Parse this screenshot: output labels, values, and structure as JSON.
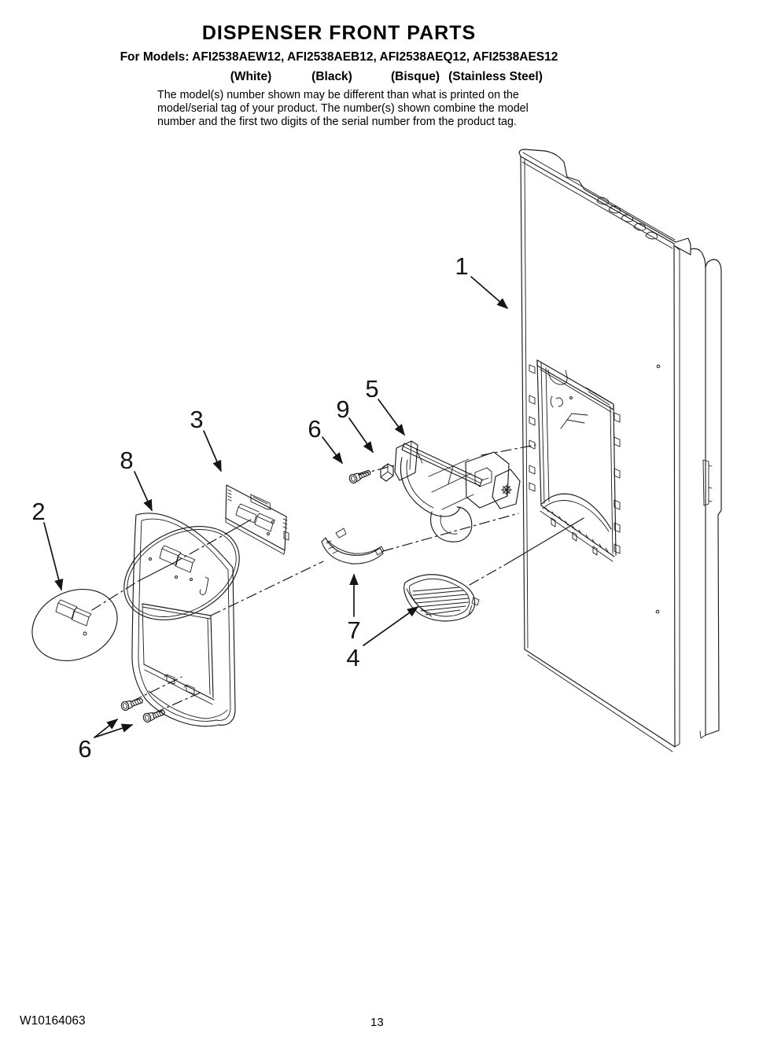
{
  "header": {
    "title": "DISPENSER FRONT PARTS",
    "models_line": "For Models: AFI2538AEW12, AFI2538AEB12, AFI2538AEQ12, AFI2538AES12",
    "finishes": [
      "(White)",
      "(Black)",
      "(Bisque)",
      "(Stainless Steel)"
    ],
    "disclaimer_lines": [
      "The model(s) number shown may be different than what is printed on the",
      "model/serial tag of your product. The number(s) shown combine the model",
      "number and the first two digits of the serial number from the product tag."
    ]
  },
  "diagram": {
    "description": "Exploded parts view of refrigerator dispenser front",
    "callouts": [
      {
        "id": "callout-1",
        "label": "1"
      },
      {
        "id": "callout-2",
        "label": "2"
      },
      {
        "id": "callout-3",
        "label": "3"
      },
      {
        "id": "callout-4",
        "label": "4"
      },
      {
        "id": "callout-5",
        "label": "5"
      },
      {
        "id": "callout-6-upper",
        "label": "6"
      },
      {
        "id": "callout-6-lower",
        "label": "6"
      },
      {
        "id": "callout-7",
        "label": "7"
      },
      {
        "id": "callout-8",
        "label": "8"
      },
      {
        "id": "callout-9",
        "label": "9"
      }
    ]
  },
  "footer": {
    "document_number": "W10164063",
    "page_number": "13"
  }
}
